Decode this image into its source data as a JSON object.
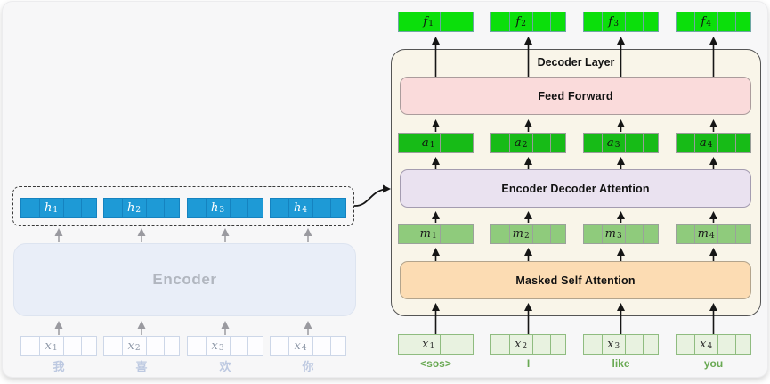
{
  "encoder_side": {
    "encoder_label": "Encoder",
    "hidden_states": [
      {
        "base": "h",
        "sub": "1"
      },
      {
        "base": "h",
        "sub": "2"
      },
      {
        "base": "h",
        "sub": "3"
      },
      {
        "base": "h",
        "sub": "4"
      }
    ],
    "inputs": [
      {
        "base": "x",
        "sub": "1"
      },
      {
        "base": "x",
        "sub": "2"
      },
      {
        "base": "x",
        "sub": "3"
      },
      {
        "base": "x",
        "sub": "4"
      }
    ],
    "input_words": [
      "我",
      "喜",
      "欢",
      "你"
    ]
  },
  "decoder_side": {
    "decoder_label": "Decoder Layer",
    "feed_forward_label": "Feed Forward",
    "enc_dec_attention_label": "Encoder Decoder Attention",
    "masked_attention_label": "Masked Self Attention",
    "outputs": [
      {
        "base": "f",
        "sub": "1"
      },
      {
        "base": "f",
        "sub": "2"
      },
      {
        "base": "f",
        "sub": "3"
      },
      {
        "base": "f",
        "sub": "4"
      }
    ],
    "attention_outputs": [
      {
        "base": "a",
        "sub": "1"
      },
      {
        "base": "a",
        "sub": "2"
      },
      {
        "base": "a",
        "sub": "3"
      },
      {
        "base": "a",
        "sub": "4"
      }
    ],
    "masked_outputs": [
      {
        "base": "m",
        "sub": "1"
      },
      {
        "base": "m",
        "sub": "2"
      },
      {
        "base": "m",
        "sub": "3"
      },
      {
        "base": "m",
        "sub": "4"
      }
    ],
    "inputs": [
      {
        "base": "x",
        "sub": "1"
      },
      {
        "base": "x",
        "sub": "2"
      },
      {
        "base": "x",
        "sub": "3"
      },
      {
        "base": "x",
        "sub": "4"
      }
    ],
    "input_words": [
      "<sos>",
      "I",
      "like",
      "you"
    ]
  },
  "colors": {
    "hidden_state_blue": "#1e9ad6",
    "output_bright_green": "#0bdf0b",
    "attention_green": "#17bb17",
    "masked_light_green": "#8fcb7c",
    "decoder_input_pale_green": "#e8f2e0",
    "feed_forward_pink": "#fadbdb",
    "enc_dec_attention_lavender": "#eae2f0",
    "masked_attention_peach": "#fcdcb3",
    "decoder_layer_cream": "#f9f5e9",
    "encoder_fill": "#e9eef8",
    "card_background": "#f7f7f8"
  }
}
